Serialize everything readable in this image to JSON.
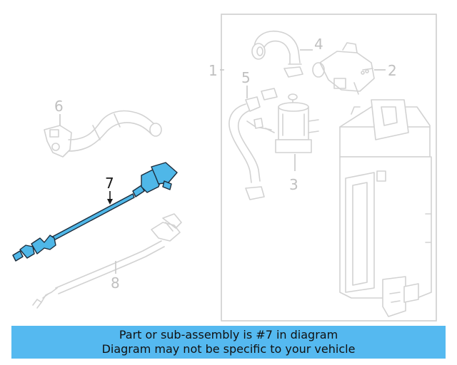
{
  "callouts": {
    "c1": "1",
    "c2": "2",
    "c3": "3",
    "c4": "4",
    "c5": "5",
    "c6": "6",
    "c7": "7",
    "c8": "8"
  },
  "banner": {
    "line1": "Part or sub-assembly is #7 in diagram",
    "line2": "Diagram may not be specific to your vehicle"
  },
  "colors": {
    "highlight": "#4fb7e8",
    "banner_bg": "#55b9f0",
    "ghost": "#d2d2d2"
  }
}
